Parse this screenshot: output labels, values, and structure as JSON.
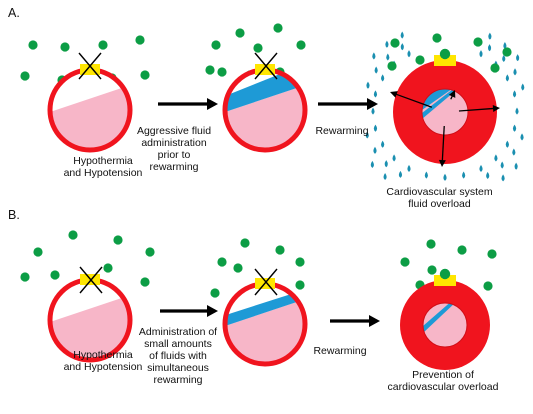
{
  "panel_a": {
    "label": "A.",
    "caption_1": "Hypothermia\nand Hypotension",
    "arrow_1_label": "Aggressive fluid\nadministration\nprior to\nrewarming",
    "arrow_2_label": "Rewarming",
    "caption_3": "Cardiovascular system\nfluid overload"
  },
  "panel_b": {
    "label": "B.",
    "caption_1": "Hypothermia\nand Hypotension",
    "arrow_1_label": "Administration of\nsmall amounts\nof fluids with\nsimultaneous\nrewarming",
    "arrow_2_label": "Rewarming",
    "caption_3": "Prevention of\ncardiovascular overload"
  },
  "colors": {
    "vessel_wall": "#f0141e",
    "lumen_pink": "#f7b6c8",
    "fluid_blue": "#1e9ad6",
    "molecule_green": "#0c9d45",
    "valve_yellow": "#ffe600",
    "droplet": "#1a8fb0"
  },
  "icons": [
    "blocked-x-icon",
    "arrow-right-icon",
    "water-droplet-icon",
    "molecule-dot-icon"
  ]
}
